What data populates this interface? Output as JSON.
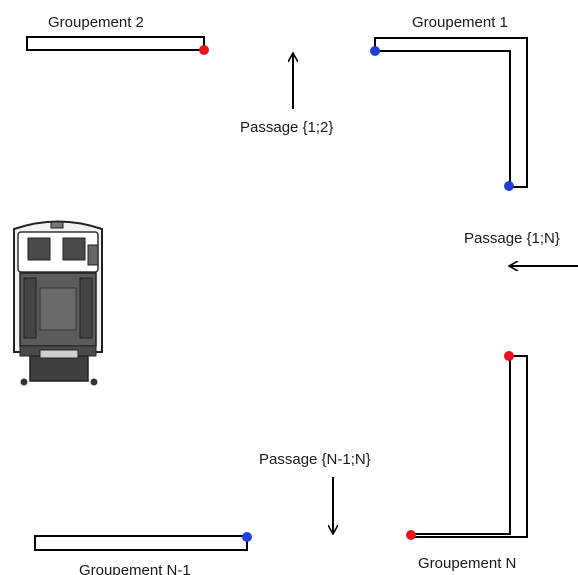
{
  "groups": {
    "g2": {
      "label": "Groupement 2"
    },
    "g1": {
      "label": "Groupement 1"
    },
    "gn1": {
      "label": "Groupement N-1"
    },
    "gn": {
      "label": "Groupement N"
    }
  },
  "passages": {
    "p12": {
      "label": "Passage {1;2}"
    },
    "p1n": {
      "label": "Passage {1;N}"
    },
    "pn1n": {
      "label": "Passage {N-1;N}"
    }
  },
  "colors": {
    "red_endpoint": "#e8141c",
    "blue_endpoint": "#1f3fd6",
    "stroke": "#000000"
  },
  "icons": {
    "robot": "robot-vehicle-icon"
  }
}
